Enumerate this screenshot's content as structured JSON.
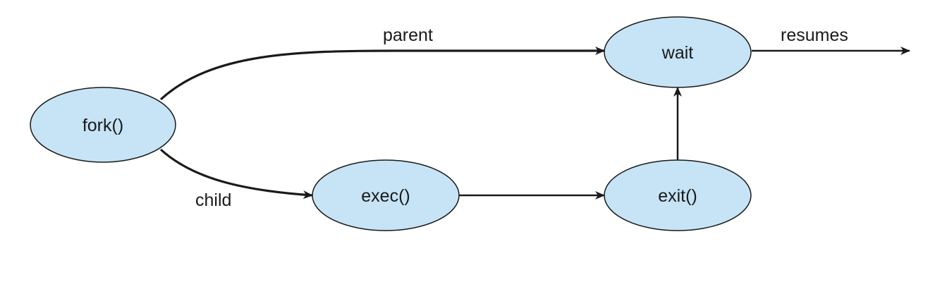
{
  "diagram": {
    "node_fill": "#c6e4f5",
    "stroke_color": "#1a1a1a",
    "nodes": {
      "fork": "fork()",
      "wait": "wait",
      "exec": "exec()",
      "exit": "exit()"
    },
    "edges": {
      "parent": "parent",
      "child": "child",
      "resumes": "resumes"
    }
  }
}
